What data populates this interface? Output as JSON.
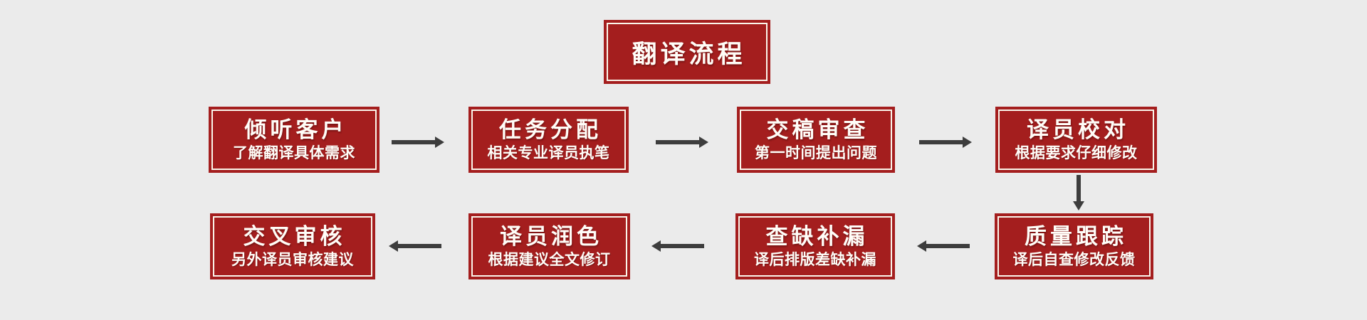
{
  "diagram": {
    "title": "翻译流程",
    "colors": {
      "background": "#ebebeb",
      "box_fill": "#a41e1e",
      "box_inner_border": "#faf5eb",
      "text": "#fffdf8",
      "arrow": "#3d3d3d"
    },
    "steps": [
      {
        "order": 1,
        "title": "倾听客户",
        "subtitle": "了解翻译具体需求"
      },
      {
        "order": 2,
        "title": "任务分配",
        "subtitle": "相关专业译员执笔"
      },
      {
        "order": 3,
        "title": "交稿审查",
        "subtitle": "第一时间提出问题"
      },
      {
        "order": 4,
        "title": "译员校对",
        "subtitle": "根据要求仔细修改"
      },
      {
        "order": 5,
        "title": "质量跟踪",
        "subtitle": "译后自查修改反馈"
      },
      {
        "order": 6,
        "title": "查缺补漏",
        "subtitle": "译后排版差缺补漏"
      },
      {
        "order": 7,
        "title": "译员润色",
        "subtitle": "根据建议全文修订"
      },
      {
        "order": 8,
        "title": "交叉审核",
        "subtitle": "另外译员审核建议"
      }
    ],
    "flow_description": "top row left-to-right steps 1-4, down arrow after step 4, bottom row right-to-left steps 5-8"
  }
}
